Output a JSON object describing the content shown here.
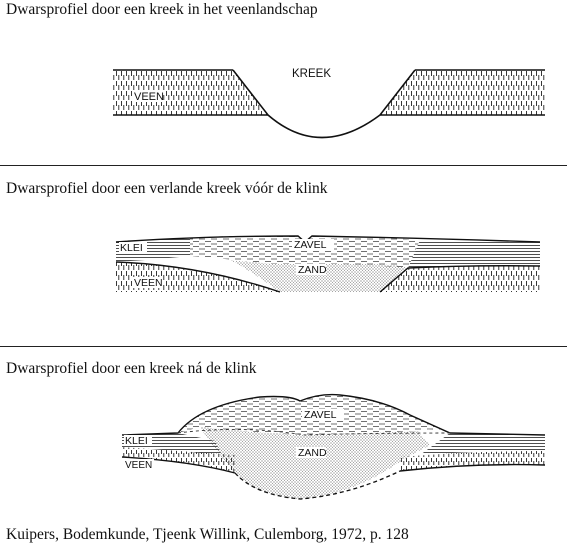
{
  "panels": [
    {
      "caption": "Dwarsprofiel door een kreek in het veenlandschap",
      "labels": {
        "peat": "VEEN",
        "creek": "KREEK"
      }
    },
    {
      "caption": "Dwarsprofiel door een verlande kreek vóór de klink",
      "labels": {
        "clay": "KLEI",
        "silt": "ZAVEL",
        "sand": "ZAND",
        "peat": "VEEN"
      }
    },
    {
      "caption": "Dwarsprofiel door een kreek ná de klink",
      "labels": {
        "clay": "KLEI",
        "silt": "ZAVEL",
        "sand": "ZAND",
        "peat": "VEEN"
      }
    }
  ],
  "source": "Kuipers, Bodemkunde, Tjeenk Willink, Culemborg, 1972, p. 128"
}
